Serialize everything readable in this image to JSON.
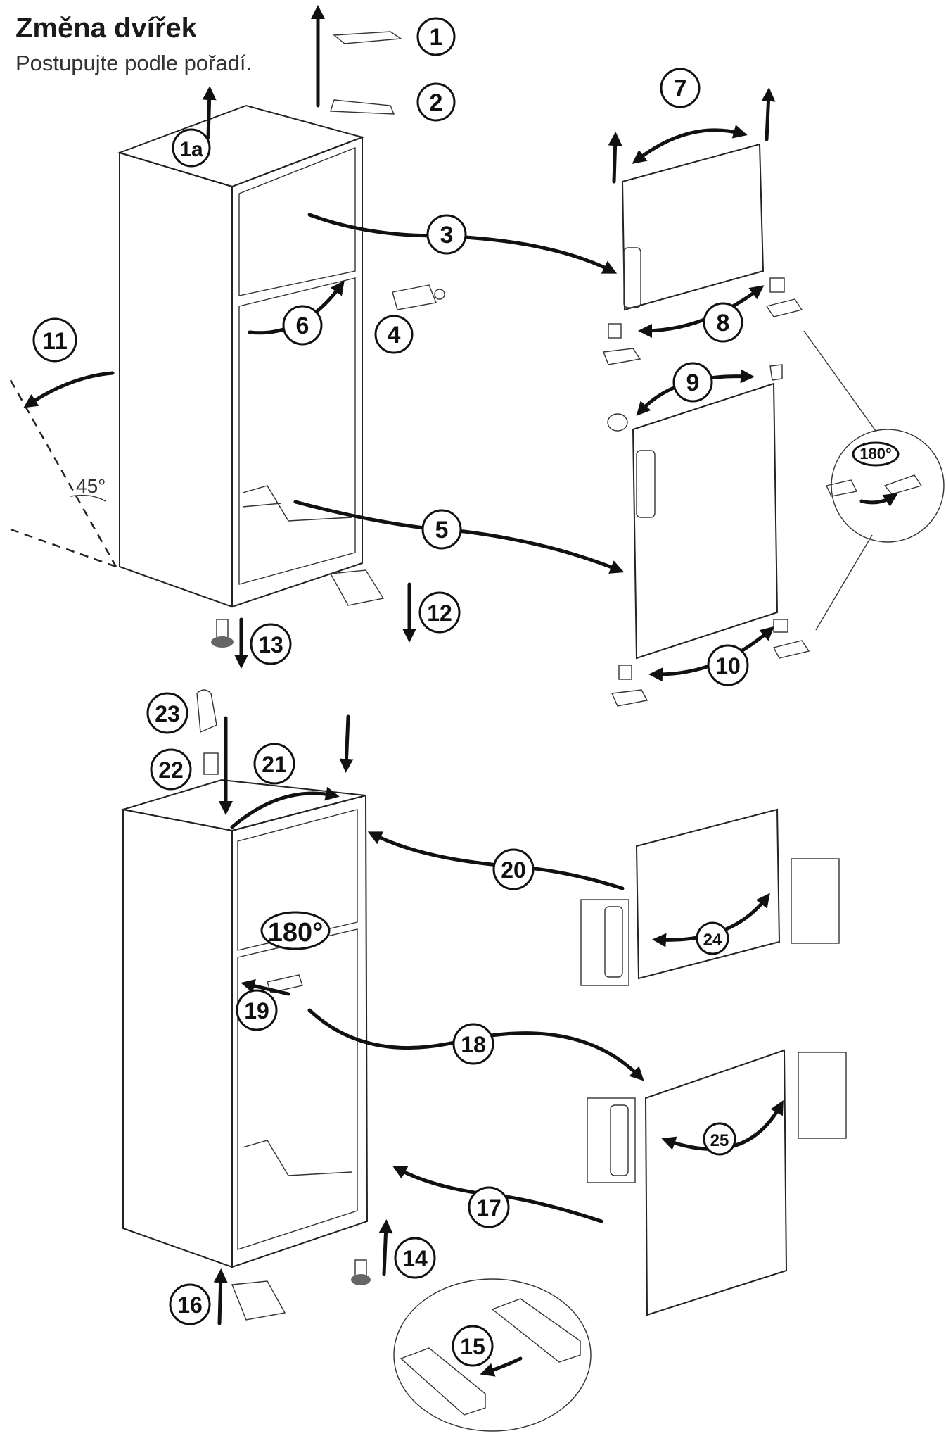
{
  "title": "Změna dvířek",
  "subtitle": "Postupujte podle pořadí.",
  "angle_label": "45°",
  "rotate_label": "180°",
  "steps": [
    "1",
    "1a",
    "2",
    "3",
    "4",
    "5",
    "6",
    "7",
    "8",
    "9",
    "10",
    "11",
    "12",
    "13",
    "14",
    "15",
    "16",
    "17",
    "18",
    "19",
    "20",
    "21",
    "22",
    "23",
    "24",
    "25"
  ]
}
